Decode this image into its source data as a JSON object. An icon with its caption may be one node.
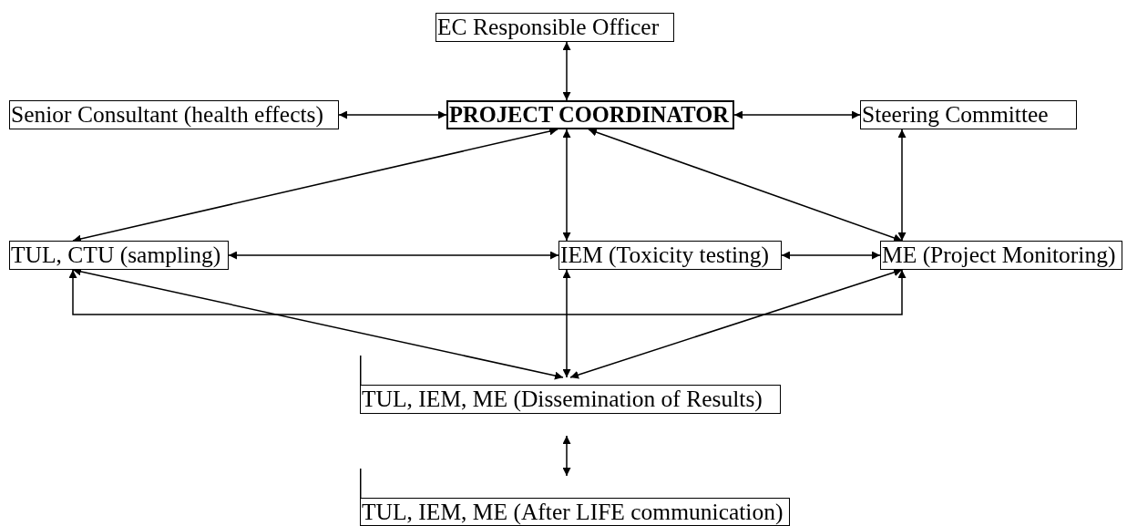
{
  "diagram": {
    "nodes": [
      {
        "text": [
          "EC Responsible Officer"
        ]
      },
      {
        "text": [
          "Senior Consultant (health effects)"
        ]
      },
      {
        "text": [
          "PROJECT COORDINATOR"
        ]
      },
      {
        "text": [
          "Steering Committee"
        ]
      },
      {
        "text": [
          "TUL, CTU (sampling)"
        ]
      },
      {
        "text": [
          "IEM (Toxicity testing)"
        ]
      },
      {
        "text": [
          "ME (Project Monitoring)"
        ]
      },
      {
        "text": [
          "TUL, IEM, ME (Dissemination of Results)"
        ]
      },
      {
        "text": [
          "TUL, IEM, ME (After LIFE communication)"
        ]
      }
    ],
    "edges": [
      {
        "from": 0,
        "to": 2,
        "arrow": "both"
      },
      {
        "from": 1,
        "to": 2,
        "arrow": "both"
      },
      {
        "from": 2,
        "to": 3,
        "arrow": "both"
      },
      {
        "from": 2,
        "to": 4,
        "arrow": "both"
      },
      {
        "from": 2,
        "to": 5,
        "arrow": "both"
      },
      {
        "from": 2,
        "to": 6,
        "arrow": "both"
      },
      {
        "from": 3,
        "to": 6,
        "arrow": "both"
      },
      {
        "from": 4,
        "to": 5,
        "arrow": "both"
      },
      {
        "from": 5,
        "to": 6,
        "arrow": "both"
      },
      {
        "from": 4,
        "to": 6,
        "arrow": "both"
      },
      {
        "from": 4,
        "to": 7,
        "arrow": "both"
      },
      {
        "from": 5,
        "to": 7,
        "arrow": "both"
      },
      {
        "from": 6,
        "to": 7,
        "arrow": "both"
      },
      {
        "from": 7,
        "to": 8,
        "arrow": "both"
      }
    ]
  }
}
